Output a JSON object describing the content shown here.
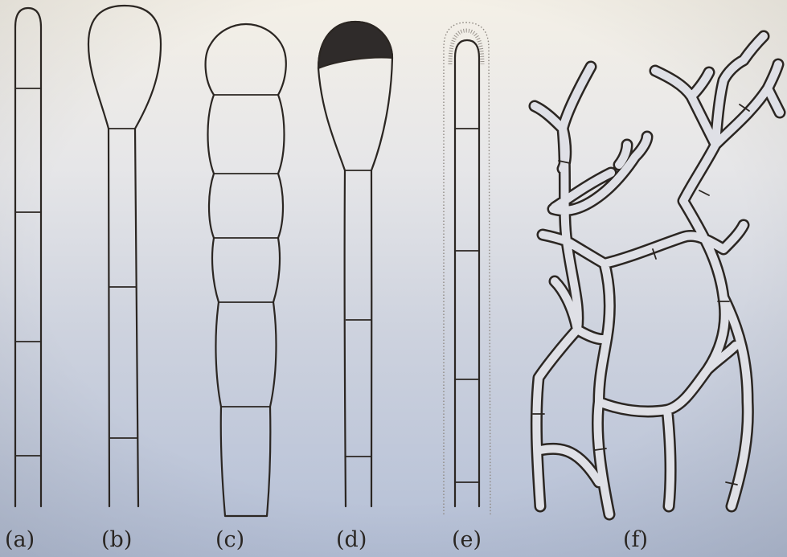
{
  "figure": {
    "labels": {
      "a": "(a)",
      "b": "(b)",
      "c": "(c)",
      "d": "(d)",
      "e": "(e)",
      "f": "(f)"
    },
    "colors": {
      "ink": "#2b2622",
      "paper_top": "#f3efe6",
      "paper_bottom": "#b9c3d8",
      "cap_fill": "#2f2b2a"
    }
  }
}
